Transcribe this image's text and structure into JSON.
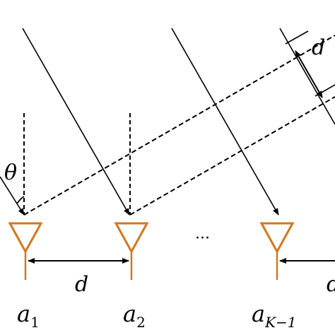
{
  "diagram": {
    "type": "uniform linear antenna array with incident plane wave",
    "angle_label": "θ",
    "spacing_label": "d",
    "ellipsis": "···",
    "antennas": [
      {
        "name": "a",
        "subscript": "1"
      },
      {
        "name": "a",
        "subscript": "2"
      },
      {
        "name": "a",
        "subscript": "K−1"
      }
    ],
    "colors": {
      "antenna": "#d2771f",
      "lines": "#000000",
      "background": "#ffffff"
    }
  }
}
